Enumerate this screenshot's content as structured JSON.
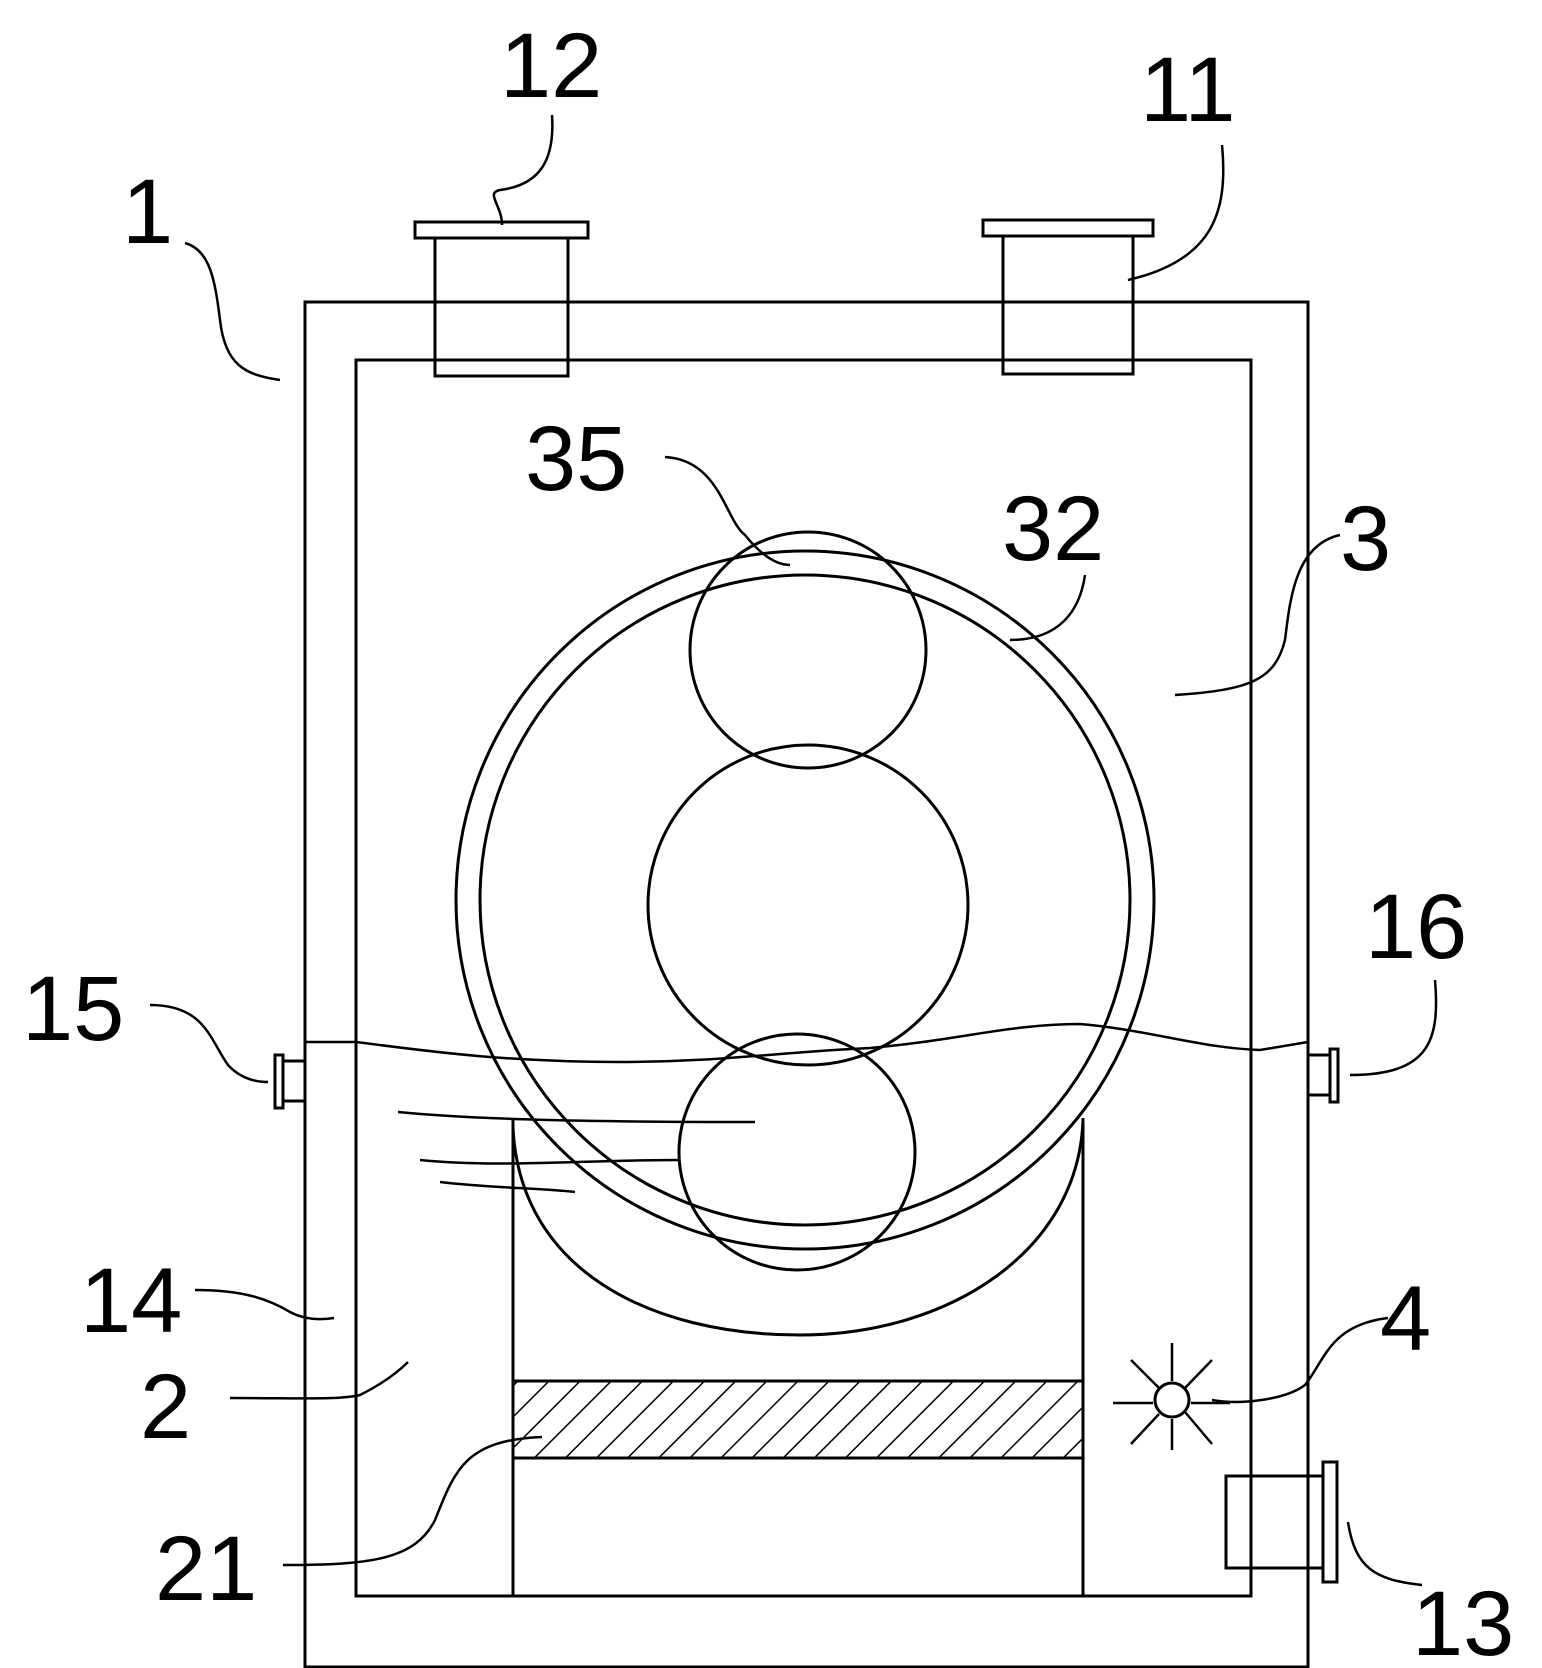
{
  "labels": {
    "l1": "1",
    "l2": "2",
    "l3": "3",
    "l4": "4",
    "l11": "11",
    "l12": "12",
    "l13": "13",
    "l14": "14",
    "l15": "15",
    "l16": "16",
    "l21": "21",
    "l32": "32",
    "l35": "35"
  }
}
